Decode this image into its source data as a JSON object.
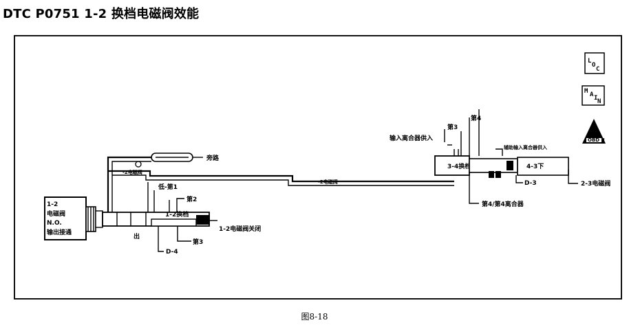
{
  "title": "DTC P0751 1-2 换档电磁阀效能",
  "caption": "图8-18",
  "icons": {
    "loc": "LOC",
    "main": "MAIN",
    "obd": "OBD II"
  },
  "labels": {
    "solenoid": [
      "1-2",
      "电磁阀",
      "N.O.",
      "输出接通"
    ],
    "bypass": "旁路",
    "solenoid_small": "-2电磁阀",
    "solenoid_mid": "-2电磁阀",
    "low_first": "低-第1",
    "second": "第2",
    "shift12": "1-2换档",
    "off": "1-2电磁阀关闭",
    "third": "第3",
    "d4": "D-4",
    "out": "出",
    "third_b": "第3",
    "fourth_a": "第4",
    "input_clutch": "输入离合器供入",
    "aux_input": "辅助输入离合器供入",
    "shift34": "3-4换档",
    "down43": "4-3下",
    "d3": "D-3",
    "solenoid23": "2-3电磁阀",
    "fourth_clutch": "第4/第4离合器"
  }
}
